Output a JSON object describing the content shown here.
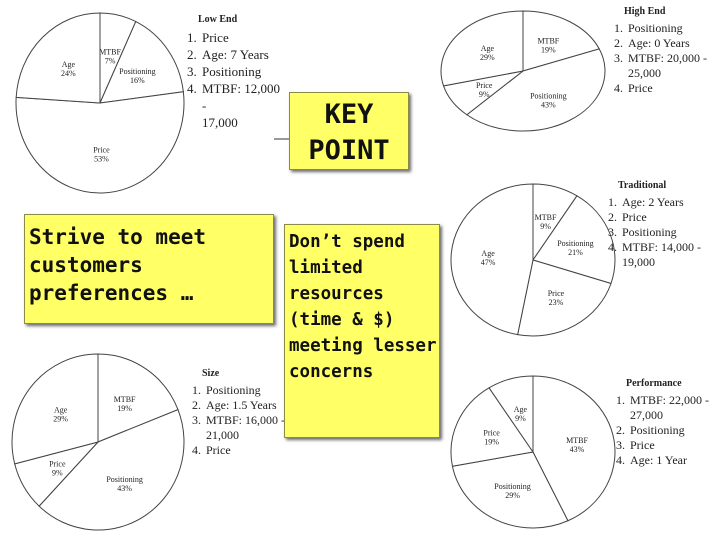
{
  "key_point_label": "KEY\nPOINT",
  "left_callout": "Strive to meet customers preferences …",
  "right_callout": "Don’t spend limited resources (time & $) meeting lesser concerns",
  "chart_data": [
    {
      "type": "pie",
      "title": "Low End",
      "slices": [
        {
          "label": "MTBF",
          "value": 7,
          "value_label": "7%"
        },
        {
          "label": "Positioning",
          "value": 16,
          "value_label": "16%"
        },
        {
          "label": "Price",
          "value": 53,
          "value_label": "53%"
        },
        {
          "label": "Age",
          "value": 24,
          "value_label": "24%"
        }
      ],
      "legend": [
        "Price",
        "Age: 7 Years",
        "Positioning",
        "MTBF: 12,000 -\n17,000"
      ]
    },
    {
      "type": "pie",
      "title": "High End",
      "slices": [
        {
          "label": "MTBF",
          "value": 19,
          "value_label": "19%"
        },
        {
          "label": "Positioning",
          "value": 43,
          "value_label": "43%"
        },
        {
          "label": "Price",
          "value": 9,
          "value_label": "9%"
        },
        {
          "label": "Age",
          "value": 29,
          "value_label": "29%"
        }
      ],
      "legend": [
        "Positioning",
        "Age: 0 Years",
        "MTBF: 20,000 -\n25,000",
        "Price"
      ]
    },
    {
      "type": "pie",
      "title": "Traditional",
      "slices": [
        {
          "label": "MTBF",
          "value": 9,
          "value_label": "9%"
        },
        {
          "label": "Positioning",
          "value": 21,
          "value_label": "21%"
        },
        {
          "label": "Price",
          "value": 23,
          "value_label": "23%"
        },
        {
          "label": "Age",
          "value": 47,
          "value_label": "47%"
        }
      ],
      "legend": [
        "Age: 2 Years",
        "Price",
        "Positioning",
        "MTBF: 14,000 -\n19,000"
      ]
    },
    {
      "type": "pie",
      "title": "Size",
      "slices": [
        {
          "label": "MTBF",
          "value": 19,
          "value_label": "19%"
        },
        {
          "label": "Positioning",
          "value": 43,
          "value_label": "43%"
        },
        {
          "label": "Price",
          "value": 9,
          "value_label": "9%"
        },
        {
          "label": "Age",
          "value": 29,
          "value_label": "29%"
        }
      ],
      "legend": [
        "Positioning",
        "Age: 1.5 Years",
        "MTBF: 16,000 -\n21,000",
        "Price"
      ]
    },
    {
      "type": "pie",
      "title": "Performance",
      "slices": [
        {
          "label": "MTBF",
          "value": 43,
          "value_label": "43%"
        },
        {
          "label": "Positioning",
          "value": 29,
          "value_label": "29%"
        },
        {
          "label": "Price",
          "value": 19,
          "value_label": "19%"
        },
        {
          "label": "Age",
          "value": 9,
          "value_label": "9%"
        }
      ],
      "legend": [
        "MTBF: 22,000 -\n27,000",
        "Positioning",
        "Price",
        "Age: 1 Year"
      ]
    }
  ]
}
